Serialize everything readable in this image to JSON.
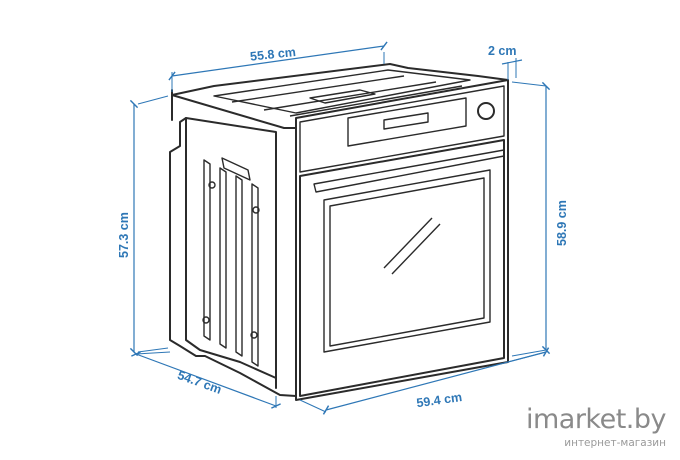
{
  "dimensions": {
    "top_width": "55.8 cm",
    "front_depth": "2 cm",
    "cabinet_height": "57.3 cm",
    "overall_height": "58.9 cm",
    "cabinet_depth": "54.7 cm",
    "front_width": "59.4 cm"
  },
  "watermark": {
    "brand": "imarket.by",
    "subtitle": "интернет-магазин"
  },
  "colors": {
    "outline": "#2b2b2b",
    "dimension_lines": "#2e77b6",
    "watermark": "#8a8a8a"
  }
}
